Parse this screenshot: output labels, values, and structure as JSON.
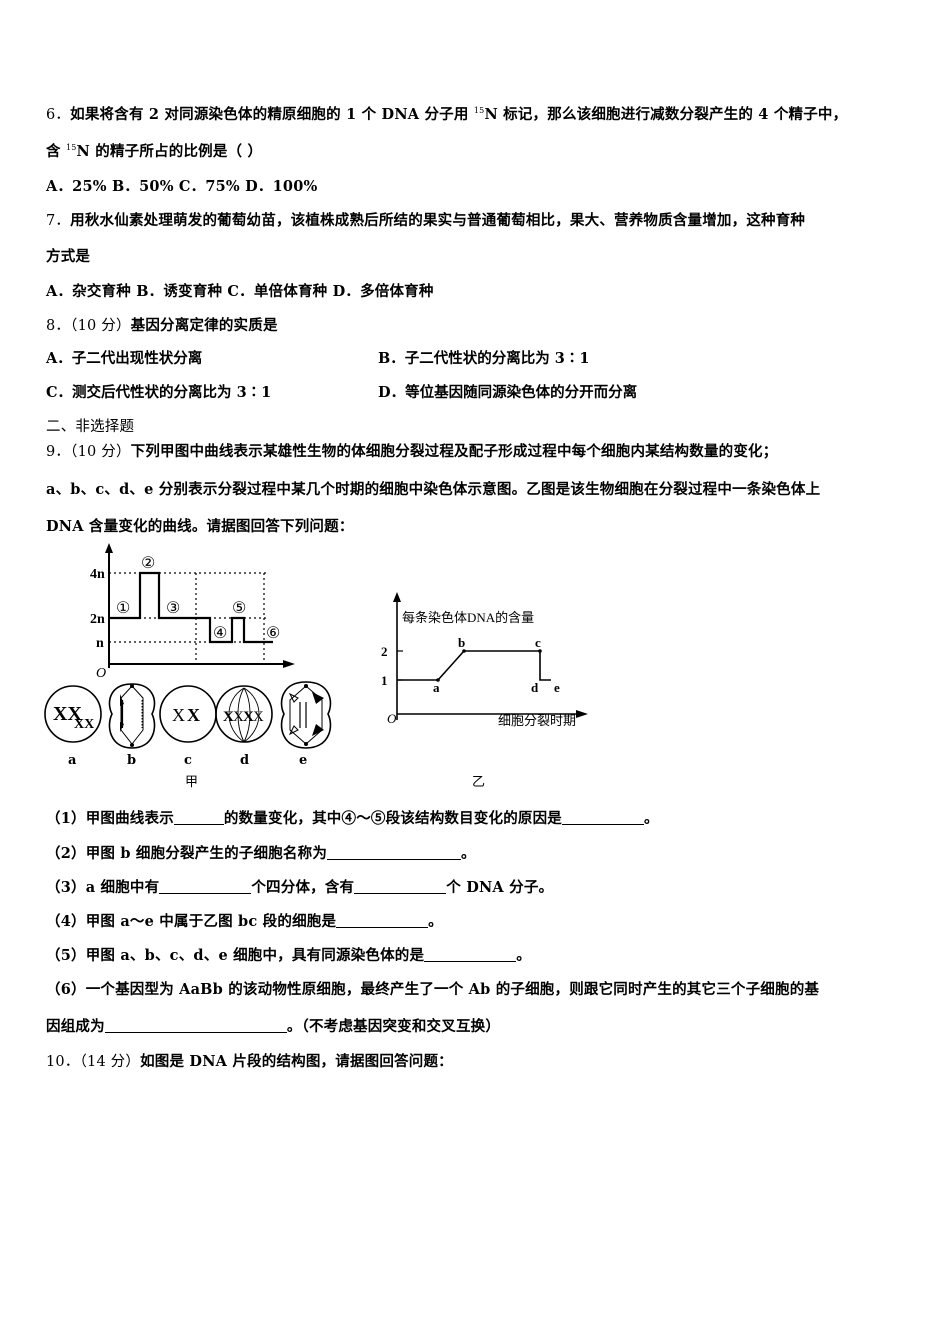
{
  "q6": {
    "number": "6．",
    "text_part1": "如果将含有 2 对同源染色体的精原细胞的 1 个 DNA 分子用 ",
    "isotope_sup": "15",
    "text_part2": "N 标记，那么该细胞进行减数分裂产生的 4 个精子中，",
    "line2_part1": "含 ",
    "line2_sup": "15",
    "line2_part2": "N 的精子所占的比例是（  ）",
    "options": "A．25%   B．50%   C．75%   D．100%"
  },
  "q7": {
    "number": "7．",
    "line1": "用秋水仙素处理萌发的葡萄幼苗，该植株成熟后所结的果实与普通葡萄相比，果大、营养物质含量增加，这种育种",
    "line2": "方式是",
    "options": "A．杂交育种   B．诱变育种   C．单倍体育种   D．多倍体育种"
  },
  "q8": {
    "number": "8．",
    "points": "（10 分）",
    "stem": "基因分离定律的实质是",
    "option_a": "A．子二代出现性状分离",
    "option_b": "B．子二代性状的分离比为 3∶1",
    "option_c": "C．测交后代性状的分离比为 3∶1",
    "option_d": "D．等位基因随同源染色体的分开而分离"
  },
  "section2": {
    "title": "二、非选择题"
  },
  "q9": {
    "number": "9．",
    "points": "（10 分）",
    "line1": "下列甲图中曲线表示某雄性生物的体细胞分裂过程及配子形成过程中每个细胞内某结构数量的变化；",
    "line2": "a、b、c、d、e 分别表示分裂过程中某几个时期的细胞中染色体示意图。乙图是该生物细胞在分裂过程中一条染色体上",
    "line3": "DNA 含量变化的曲线。请据图回答下列问题：",
    "sub1_a": "（1）甲图曲线表示",
    "sub1_b": "的数量变化，其中④～⑤段该结构数目变化的原因是",
    "sub1_end": "。",
    "sub2_a": "（2）甲图 b 细胞分裂产生的子细胞名称为",
    "sub2_end": "。",
    "sub3_a": "（3）a 细胞中有",
    "sub3_b": "个四分体，含有",
    "sub3_c": "个 DNA 分子。",
    "sub4_a": "（4）甲图 a～e 中属于乙图 bc 段的细胞是",
    "sub4_end": "。",
    "sub5_a": "（5）甲图 a、b、c、d、e 细胞中，具有同源染色体的是",
    "sub5_end": "。",
    "sub6_line1": "（6）一个基因型为 AaBb 的该动物性原细胞，最终产生了一个 Ab 的子细胞，则跟它同时产生的其它三个子细胞的基",
    "sub6_a": "因组成为",
    "sub6_b": "。（不考虑基因突变和交叉互换）"
  },
  "q10": {
    "number": "10．",
    "points": "（14 分）",
    "stem": "如图是 DNA 片段的结构图，请据图回答问题："
  },
  "figures": {
    "jia_caption": "甲",
    "yi_caption": "乙",
    "cell_labels": [
      "a",
      "b",
      "c",
      "d",
      "e"
    ]
  },
  "chart_data": [
    {
      "type": "line",
      "title": "甲",
      "xlabel": "",
      "ylabel": "",
      "origin_label": "O",
      "y_ticks": [
        "n",
        "2n",
        "4n"
      ],
      "segments": [
        {
          "label": "①",
          "value": "2n"
        },
        {
          "label": "②",
          "value": "4n"
        },
        {
          "label": "③",
          "value": "2n"
        },
        {
          "label": "④",
          "value": "n"
        },
        {
          "label": "⑤",
          "value": "2n"
        },
        {
          "label": "⑥",
          "value": "n"
        }
      ],
      "grid": "dotted"
    },
    {
      "type": "line",
      "title": "乙",
      "ylabel": "每条染色体DNA的含量",
      "xlabel": "细胞分裂时期",
      "origin_label": "O",
      "y_ticks": [
        1,
        2
      ],
      "points": [
        {
          "label": "",
          "y": 1
        },
        {
          "label": "a",
          "y": 1
        },
        {
          "label": "b",
          "y": 2
        },
        {
          "label": "c",
          "y": 2
        },
        {
          "label": "d",
          "y": 1
        },
        {
          "label": "e",
          "y": 1
        }
      ]
    }
  ]
}
